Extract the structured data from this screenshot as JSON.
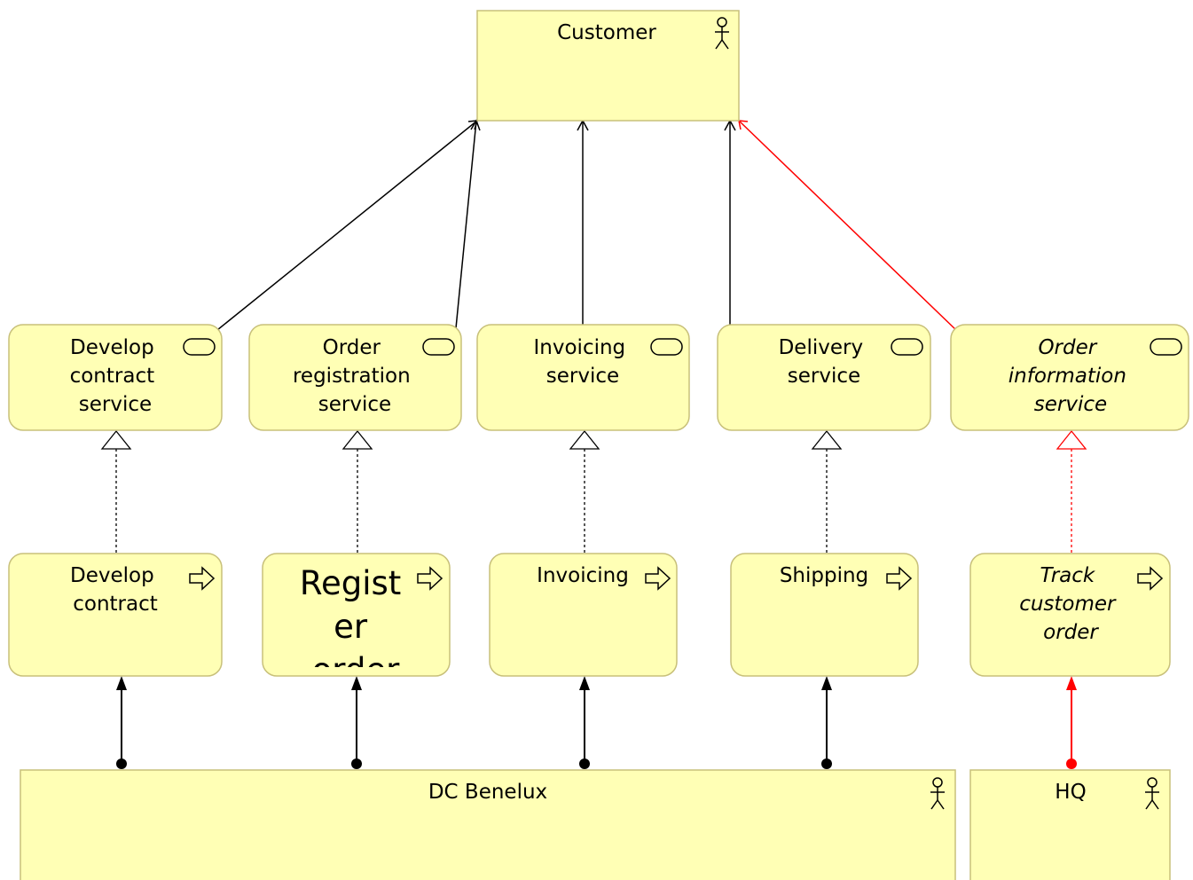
{
  "colors": {
    "node_fill": "#ffffb5",
    "node_stroke": "#c8c07a",
    "line": "#000000",
    "highlight": "#ff0000"
  },
  "actors": {
    "customer": {
      "label": "Customer",
      "icon": "actor-icon"
    },
    "dc_benelux": {
      "label": "DC Benelux",
      "icon": "actor-icon"
    },
    "hq": {
      "label": "HQ",
      "icon": "actor-icon"
    }
  },
  "services": [
    {
      "id": "develop-contract-service",
      "lines": [
        "Develop",
        "contract",
        "service"
      ],
      "italic": false,
      "icon": "service-icon"
    },
    {
      "id": "order-registration-service",
      "lines": [
        "Order",
        "registration",
        "service"
      ],
      "italic": false,
      "icon": "service-icon"
    },
    {
      "id": "invoicing-service",
      "lines": [
        "Invoicing",
        "service"
      ],
      "italic": false,
      "icon": "service-icon"
    },
    {
      "id": "delivery-service",
      "lines": [
        "Delivery",
        "service"
      ],
      "italic": false,
      "icon": "service-icon"
    },
    {
      "id": "order-information-service",
      "lines": [
        "Order",
        "information",
        "service"
      ],
      "italic": true,
      "icon": "service-icon"
    }
  ],
  "processes": [
    {
      "id": "develop-contract",
      "lines": [
        "Develop",
        "contract"
      ],
      "italic": false,
      "large": false,
      "icon": "process-arrow-icon"
    },
    {
      "id": "register-order",
      "lines": [
        "Regist",
        "er",
        "order"
      ],
      "italic": false,
      "large": true,
      "icon": "process-arrow-icon"
    },
    {
      "id": "invoicing",
      "lines": [
        "Invoicing"
      ],
      "italic": false,
      "large": false,
      "icon": "process-arrow-icon"
    },
    {
      "id": "shipping",
      "lines": [
        "Shipping"
      ],
      "italic": false,
      "large": false,
      "icon": "process-arrow-icon"
    },
    {
      "id": "track-customer-order",
      "lines": [
        "Track",
        "customer",
        "order"
      ],
      "italic": true,
      "large": false,
      "icon": "process-arrow-icon"
    }
  ],
  "relations": {
    "serving": [
      {
        "from": "develop-contract-service",
        "to": "customer",
        "highlight": false
      },
      {
        "from": "order-registration-service",
        "to": "customer",
        "highlight": false
      },
      {
        "from": "invoicing-service",
        "to": "customer",
        "highlight": false
      },
      {
        "from": "delivery-service",
        "to": "customer",
        "highlight": false
      },
      {
        "from": "order-information-service",
        "to": "customer",
        "highlight": true
      }
    ],
    "realization": [
      {
        "from": "develop-contract",
        "to": "develop-contract-service",
        "highlight": false
      },
      {
        "from": "register-order",
        "to": "order-registration-service",
        "highlight": false
      },
      {
        "from": "invoicing",
        "to": "invoicing-service",
        "highlight": false
      },
      {
        "from": "shipping",
        "to": "delivery-service",
        "highlight": false
      },
      {
        "from": "track-customer-order",
        "to": "order-information-service",
        "highlight": true
      }
    ],
    "assignment": [
      {
        "from": "dc_benelux",
        "to": "develop-contract",
        "highlight": false
      },
      {
        "from": "dc_benelux",
        "to": "register-order",
        "highlight": false
      },
      {
        "from": "dc_benelux",
        "to": "invoicing",
        "highlight": false
      },
      {
        "from": "dc_benelux",
        "to": "shipping",
        "highlight": false
      },
      {
        "from": "hq",
        "to": "track-customer-order",
        "highlight": true
      }
    ]
  }
}
